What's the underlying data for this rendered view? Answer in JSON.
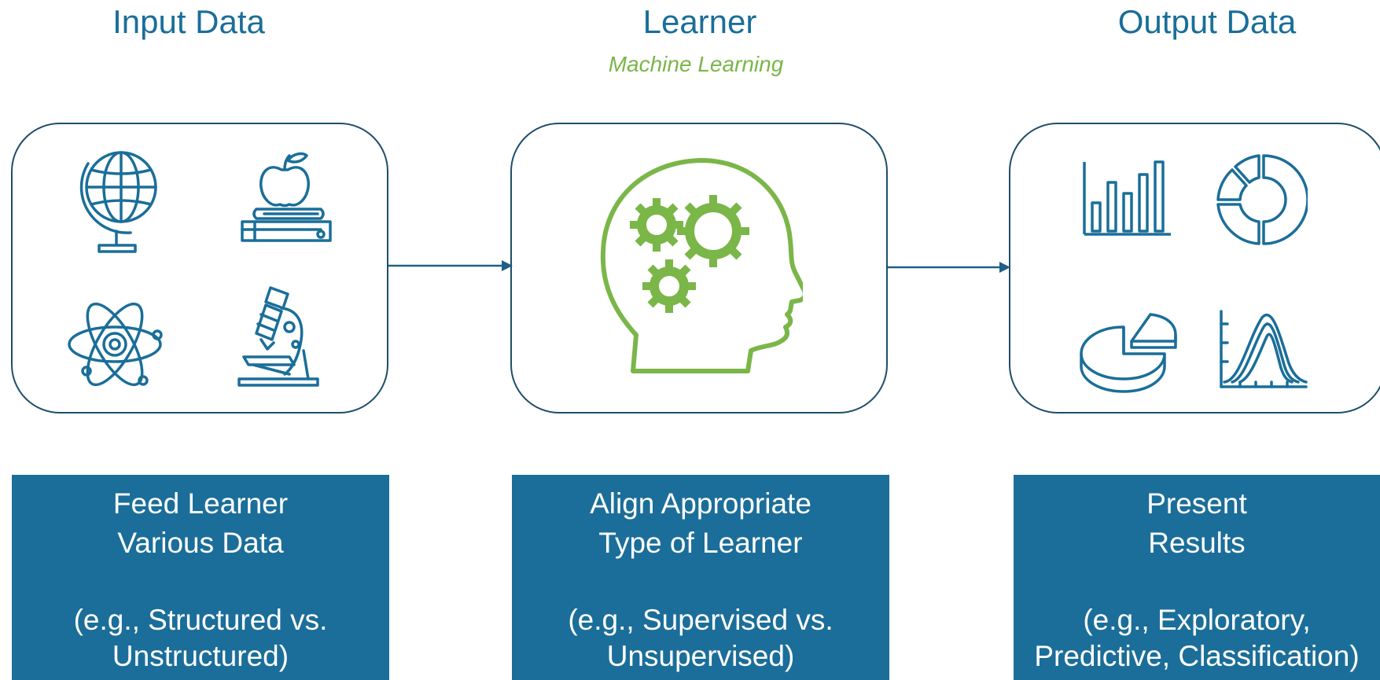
{
  "columns": [
    {
      "heading": "Input Data",
      "subheading": "",
      "caption_main": "Feed Learner\nVarious Data",
      "caption_sub": "(e.g., Structured vs.\nUnstructured)",
      "icons": [
        "globe-icon",
        "books-apple-icon",
        "atom-icon",
        "microscope-icon"
      ]
    },
    {
      "heading": "Learner",
      "subheading": "Machine Learning",
      "caption_main": "Align Appropriate\nType of Learner",
      "caption_sub": "(e.g., Supervised vs.\nUnsupervised)",
      "icons": [
        "head-gears-icon"
      ]
    },
    {
      "heading": "Output Data",
      "subheading": "",
      "caption_main": "Present\nResults",
      "caption_sub": "(e.g., Exploratory,\nPredictive, Classification)",
      "icons": [
        "bar-chart-icon",
        "donut-chart-icon",
        "pie-chart-icon",
        "distribution-curve-icon"
      ]
    }
  ],
  "colors": {
    "heading": "#1a6e99",
    "accent_green": "#7ab648",
    "icon_blue": "#1a6e99",
    "caption_bg": "#1b6e99",
    "border": "#1f4e6a"
  }
}
